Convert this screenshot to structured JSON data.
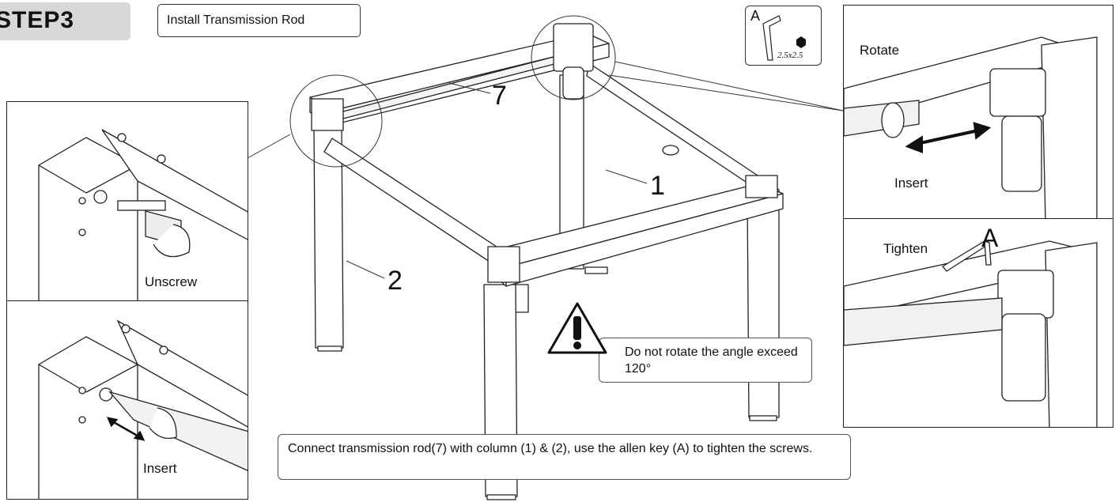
{
  "header": {
    "step_label": "STEP3",
    "title": "Install Transmission Rod"
  },
  "tool": {
    "letter": "A",
    "size_label": "2.5x2.5",
    "icon": "allen-key-icon"
  },
  "part_labels": {
    "rod": "7",
    "column_1": "1",
    "column_2": "2"
  },
  "detail_left_top": {
    "action": "Unscrew"
  },
  "detail_left_bottom": {
    "action": "Insert"
  },
  "detail_right_top": {
    "action_rotate": "Rotate",
    "action_insert": "Insert"
  },
  "detail_right_bottom": {
    "action": "Tighten",
    "tool_letter": "A"
  },
  "warning": {
    "icon": "warning-triangle-icon",
    "text": "Do not rotate the angle exceed 120°"
  },
  "instruction": {
    "text": "Connect transmission rod(7) with column (1) & (2), use the allen key (A) to tighten the screws."
  }
}
